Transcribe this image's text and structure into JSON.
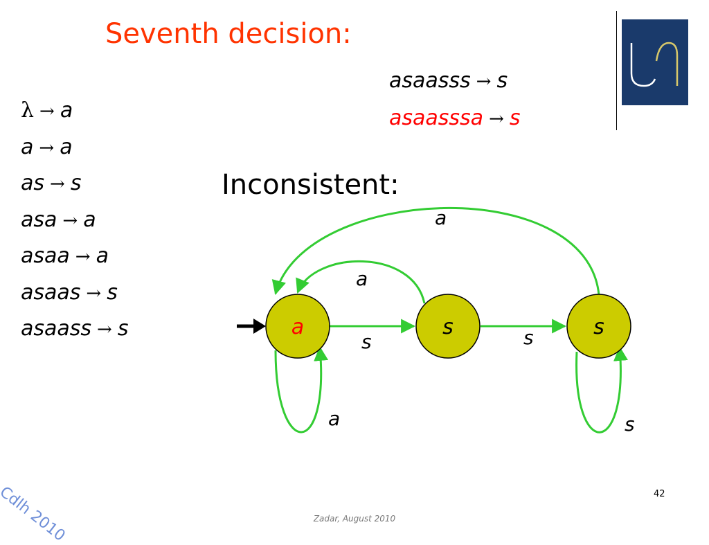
{
  "slide": {
    "title": "Seventh decision:",
    "rules": [
      {
        "lhs": "λ",
        "rhs": "a",
        "lambda": true
      },
      {
        "lhs": "a",
        "rhs": "a"
      },
      {
        "lhs": "as",
        "rhs": "s"
      },
      {
        "lhs": "asa",
        "rhs": "a"
      },
      {
        "lhs": "asaa",
        "rhs": "a"
      },
      {
        "lhs": "asaas",
        "rhs": "s"
      },
      {
        "lhs": "asaass",
        "rhs": "s"
      }
    ],
    "arrow": "→",
    "right_rules": [
      {
        "lhs": "asaasss",
        "rhs": "s",
        "color": "black"
      },
      {
        "lhs": "asaasssa",
        "rhs": "s",
        "color": "red"
      }
    ],
    "inconsistent_label": "Inconsistent:",
    "watermark": "Cdlh 2010",
    "page_number": "42",
    "footer": "Zadar, August 2010"
  },
  "diagram": {
    "colors": {
      "edge": "#33cc33",
      "node_fill": "#cccc00",
      "node_stroke": "#000000",
      "start_arrow": "#000000"
    },
    "states": [
      {
        "id": "q0",
        "label": "a",
        "label_color": "#ff0000"
      },
      {
        "id": "q1",
        "label": "s",
        "label_color": "#000000"
      },
      {
        "id": "q2",
        "label": "s",
        "label_color": "#000000"
      }
    ],
    "transitions": [
      {
        "from": "q0",
        "to": "q1",
        "label": "s"
      },
      {
        "from": "q1",
        "to": "q2",
        "label": "s"
      },
      {
        "from": "q1",
        "to": "q0",
        "label": "a"
      },
      {
        "from": "q2",
        "to": "q0",
        "label": "a"
      },
      {
        "from": "q0",
        "to": "q0",
        "label": "a"
      },
      {
        "from": "q2",
        "to": "q2",
        "label": "s"
      }
    ]
  },
  "logo": {
    "bg": "#1a3a6b",
    "gold": "#d8c86a",
    "white": "#ffffff"
  }
}
